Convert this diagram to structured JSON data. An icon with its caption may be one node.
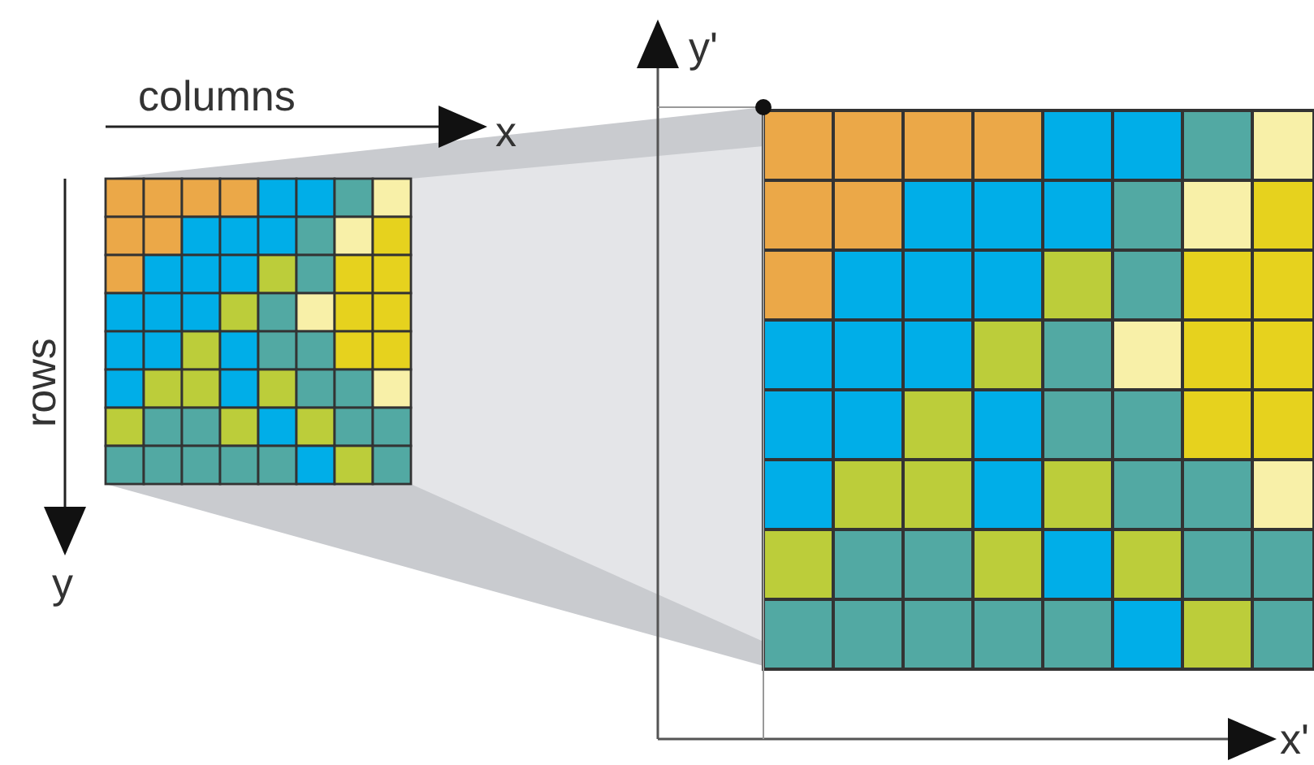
{
  "diagram": {
    "labels": [
      "columns",
      "x",
      "rows",
      "y",
      "y'",
      "x'"
    ]
  }
}
